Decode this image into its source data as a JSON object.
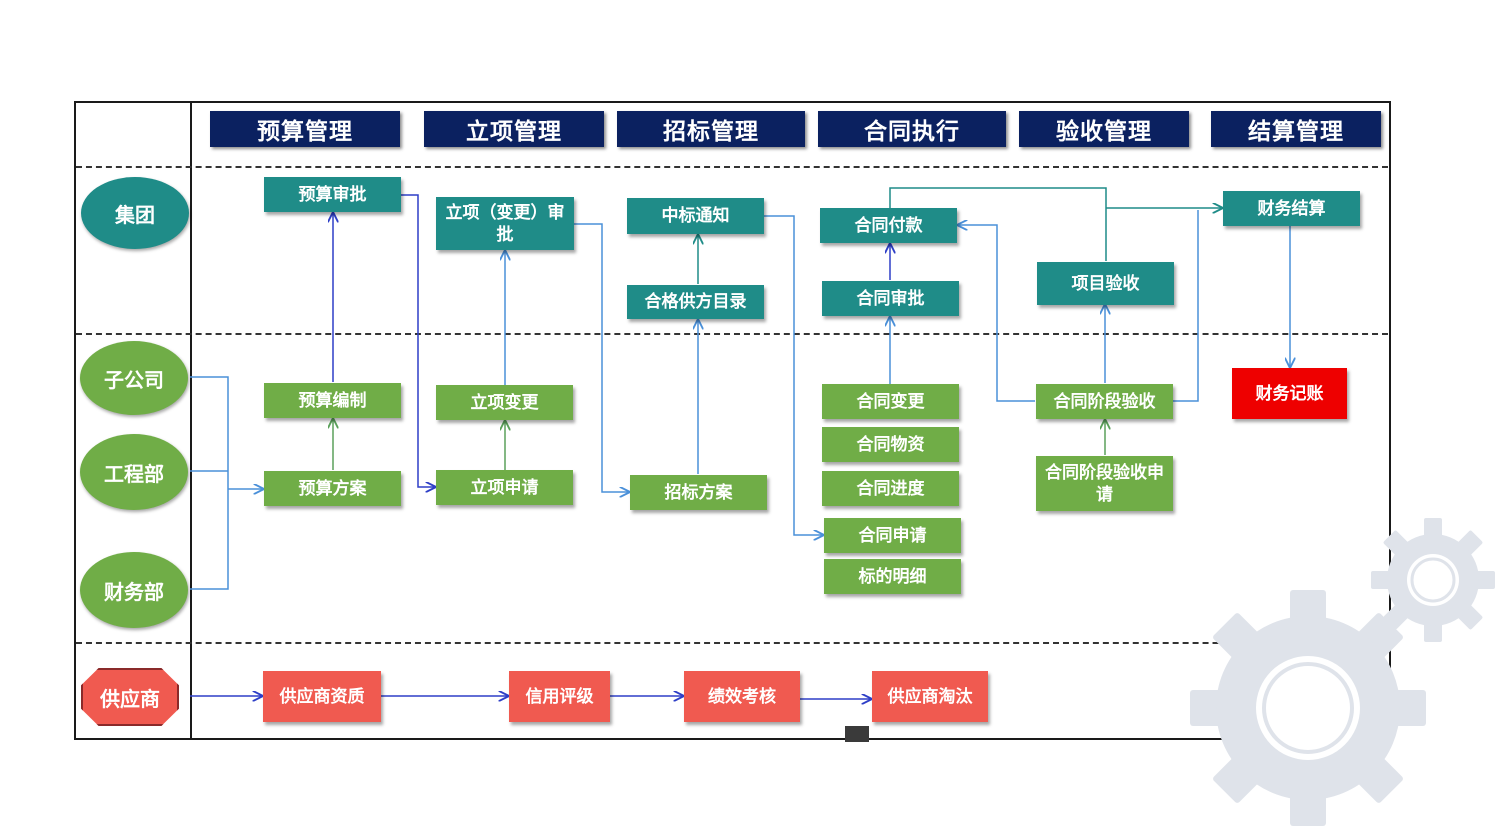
{
  "headers": [
    "预算管理",
    "立项管理",
    "招标管理",
    "合同执行",
    "验收管理",
    "结算管理"
  ],
  "lanes": {
    "group": "集团",
    "subsidiary": "子公司",
    "engineering": "工程部",
    "finance": "财务部",
    "supplier": "供应商"
  },
  "boxes": {
    "budget_approval": "预算审批",
    "budget_compile": "预算编制",
    "budget_plan": "预算方案",
    "project_change_approval": "立项（变更）审批",
    "project_change": "立项变更",
    "project_apply": "立项申请",
    "bid_notice": "中标通知",
    "qualified_supplier_list": "合格供方目录",
    "bid_plan": "招标方案",
    "contract_payment": "合同付款",
    "contract_approval": "合同审批",
    "contract_change": "合同变更",
    "contract_material": "合同物资",
    "contract_progress": "合同进度",
    "contract_apply": "合同申请",
    "bid_detail": "标的明细",
    "project_acceptance": "项目验收",
    "contract_stage_acceptance": "合同阶段验收",
    "contract_stage_acceptance_apply": "合同阶段验收申请",
    "financial_settlement": "财务结算",
    "financial_bookkeeping": "财务记账",
    "supplier_qualification": "供应商资质",
    "credit_rating": "信用评级",
    "performance_review": "绩效考核",
    "supplier_elimination": "供应商淘汰"
  },
  "colors": {
    "header": "#0b2160",
    "teal": "#1f8c88",
    "green": "#70ad47",
    "red": "#ee0000",
    "coral": "#f05a50",
    "connector_blue": "#2e3fc7",
    "connector_light": "#4a90d9",
    "gear": "#dfe3ea"
  }
}
